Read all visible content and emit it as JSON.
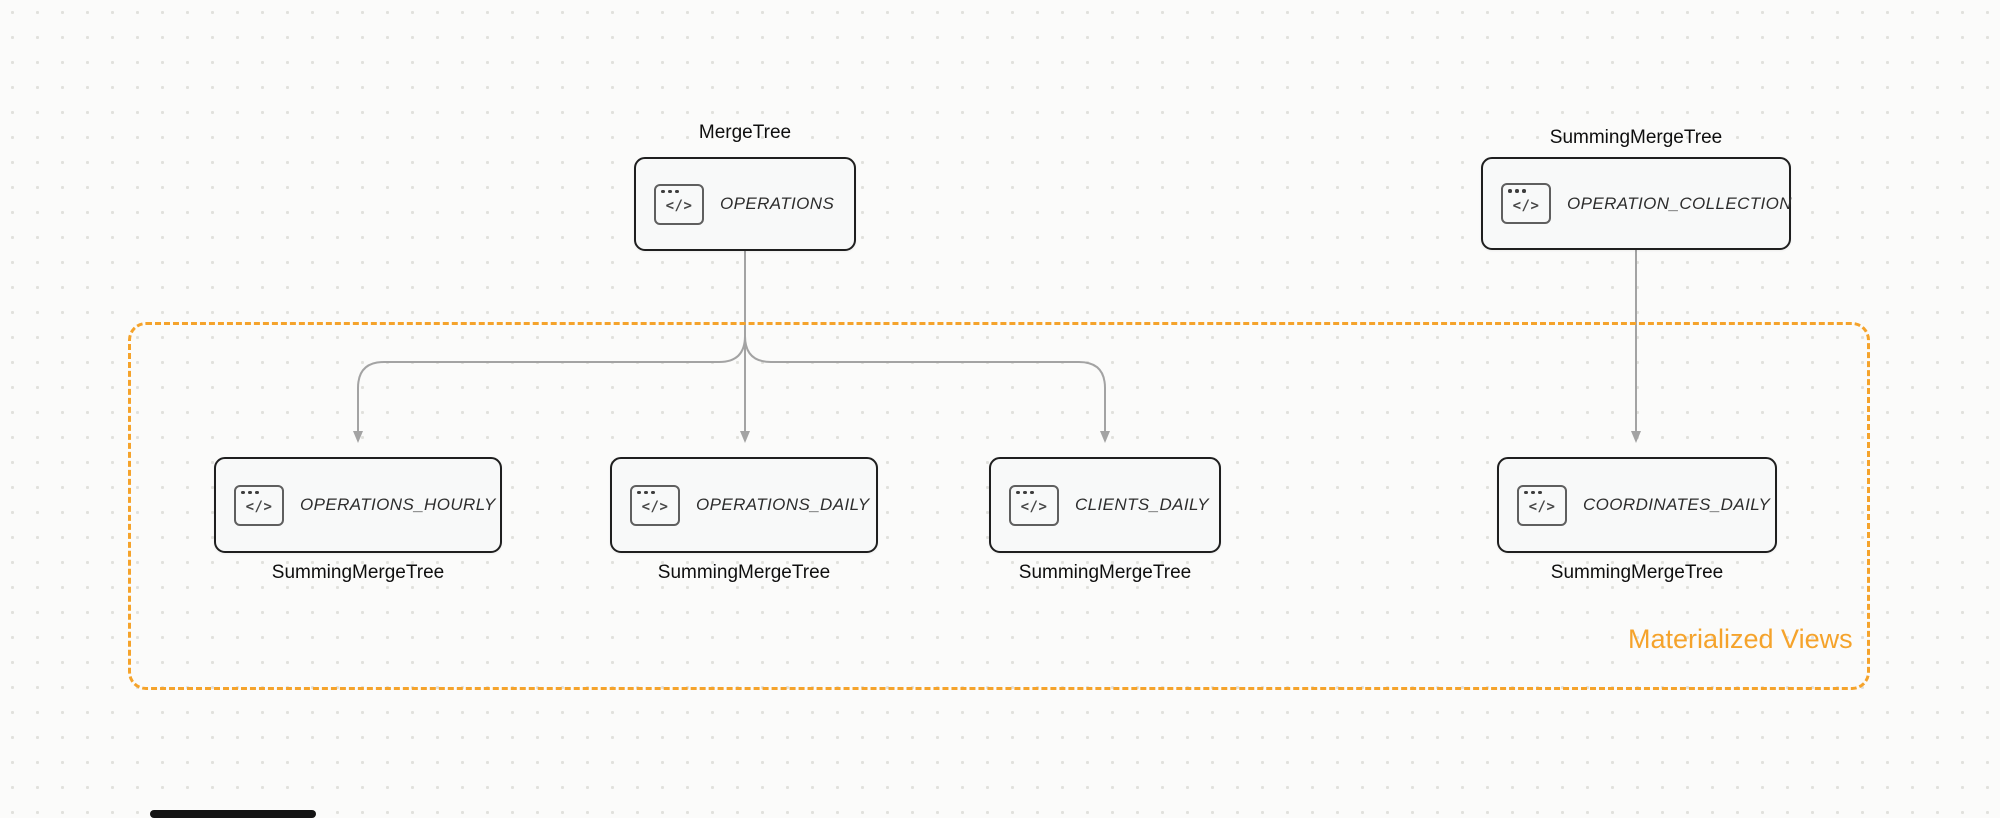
{
  "diagram": {
    "group_label": "Materialized Views",
    "icon_glyph": "</>",
    "nodes": {
      "operations": {
        "title": "OPERATIONS",
        "engine": "MergeTree"
      },
      "operation_collection": {
        "title": "OPERATION_COLLECTION",
        "engine": "SummingMergeTree"
      },
      "operations_hourly": {
        "title": "OPERATIONS_HOURLY",
        "engine": "SummingMergeTree"
      },
      "operations_daily": {
        "title": "OPERATIONS_DAILY",
        "engine": "SummingMergeTree"
      },
      "clients_daily": {
        "title": "CLIENTS_DAILY",
        "engine": "SummingMergeTree"
      },
      "coordinates_daily": {
        "title": "COORDINATES_DAILY",
        "engine": "SummingMergeTree"
      }
    },
    "colors": {
      "accent_orange": "#F5A32B",
      "node_border": "#1F1F1F",
      "node_background": "#F8F9F9",
      "arrow_gray": "#A3A3A3",
      "canvas_background": "#FBFBFA"
    }
  }
}
